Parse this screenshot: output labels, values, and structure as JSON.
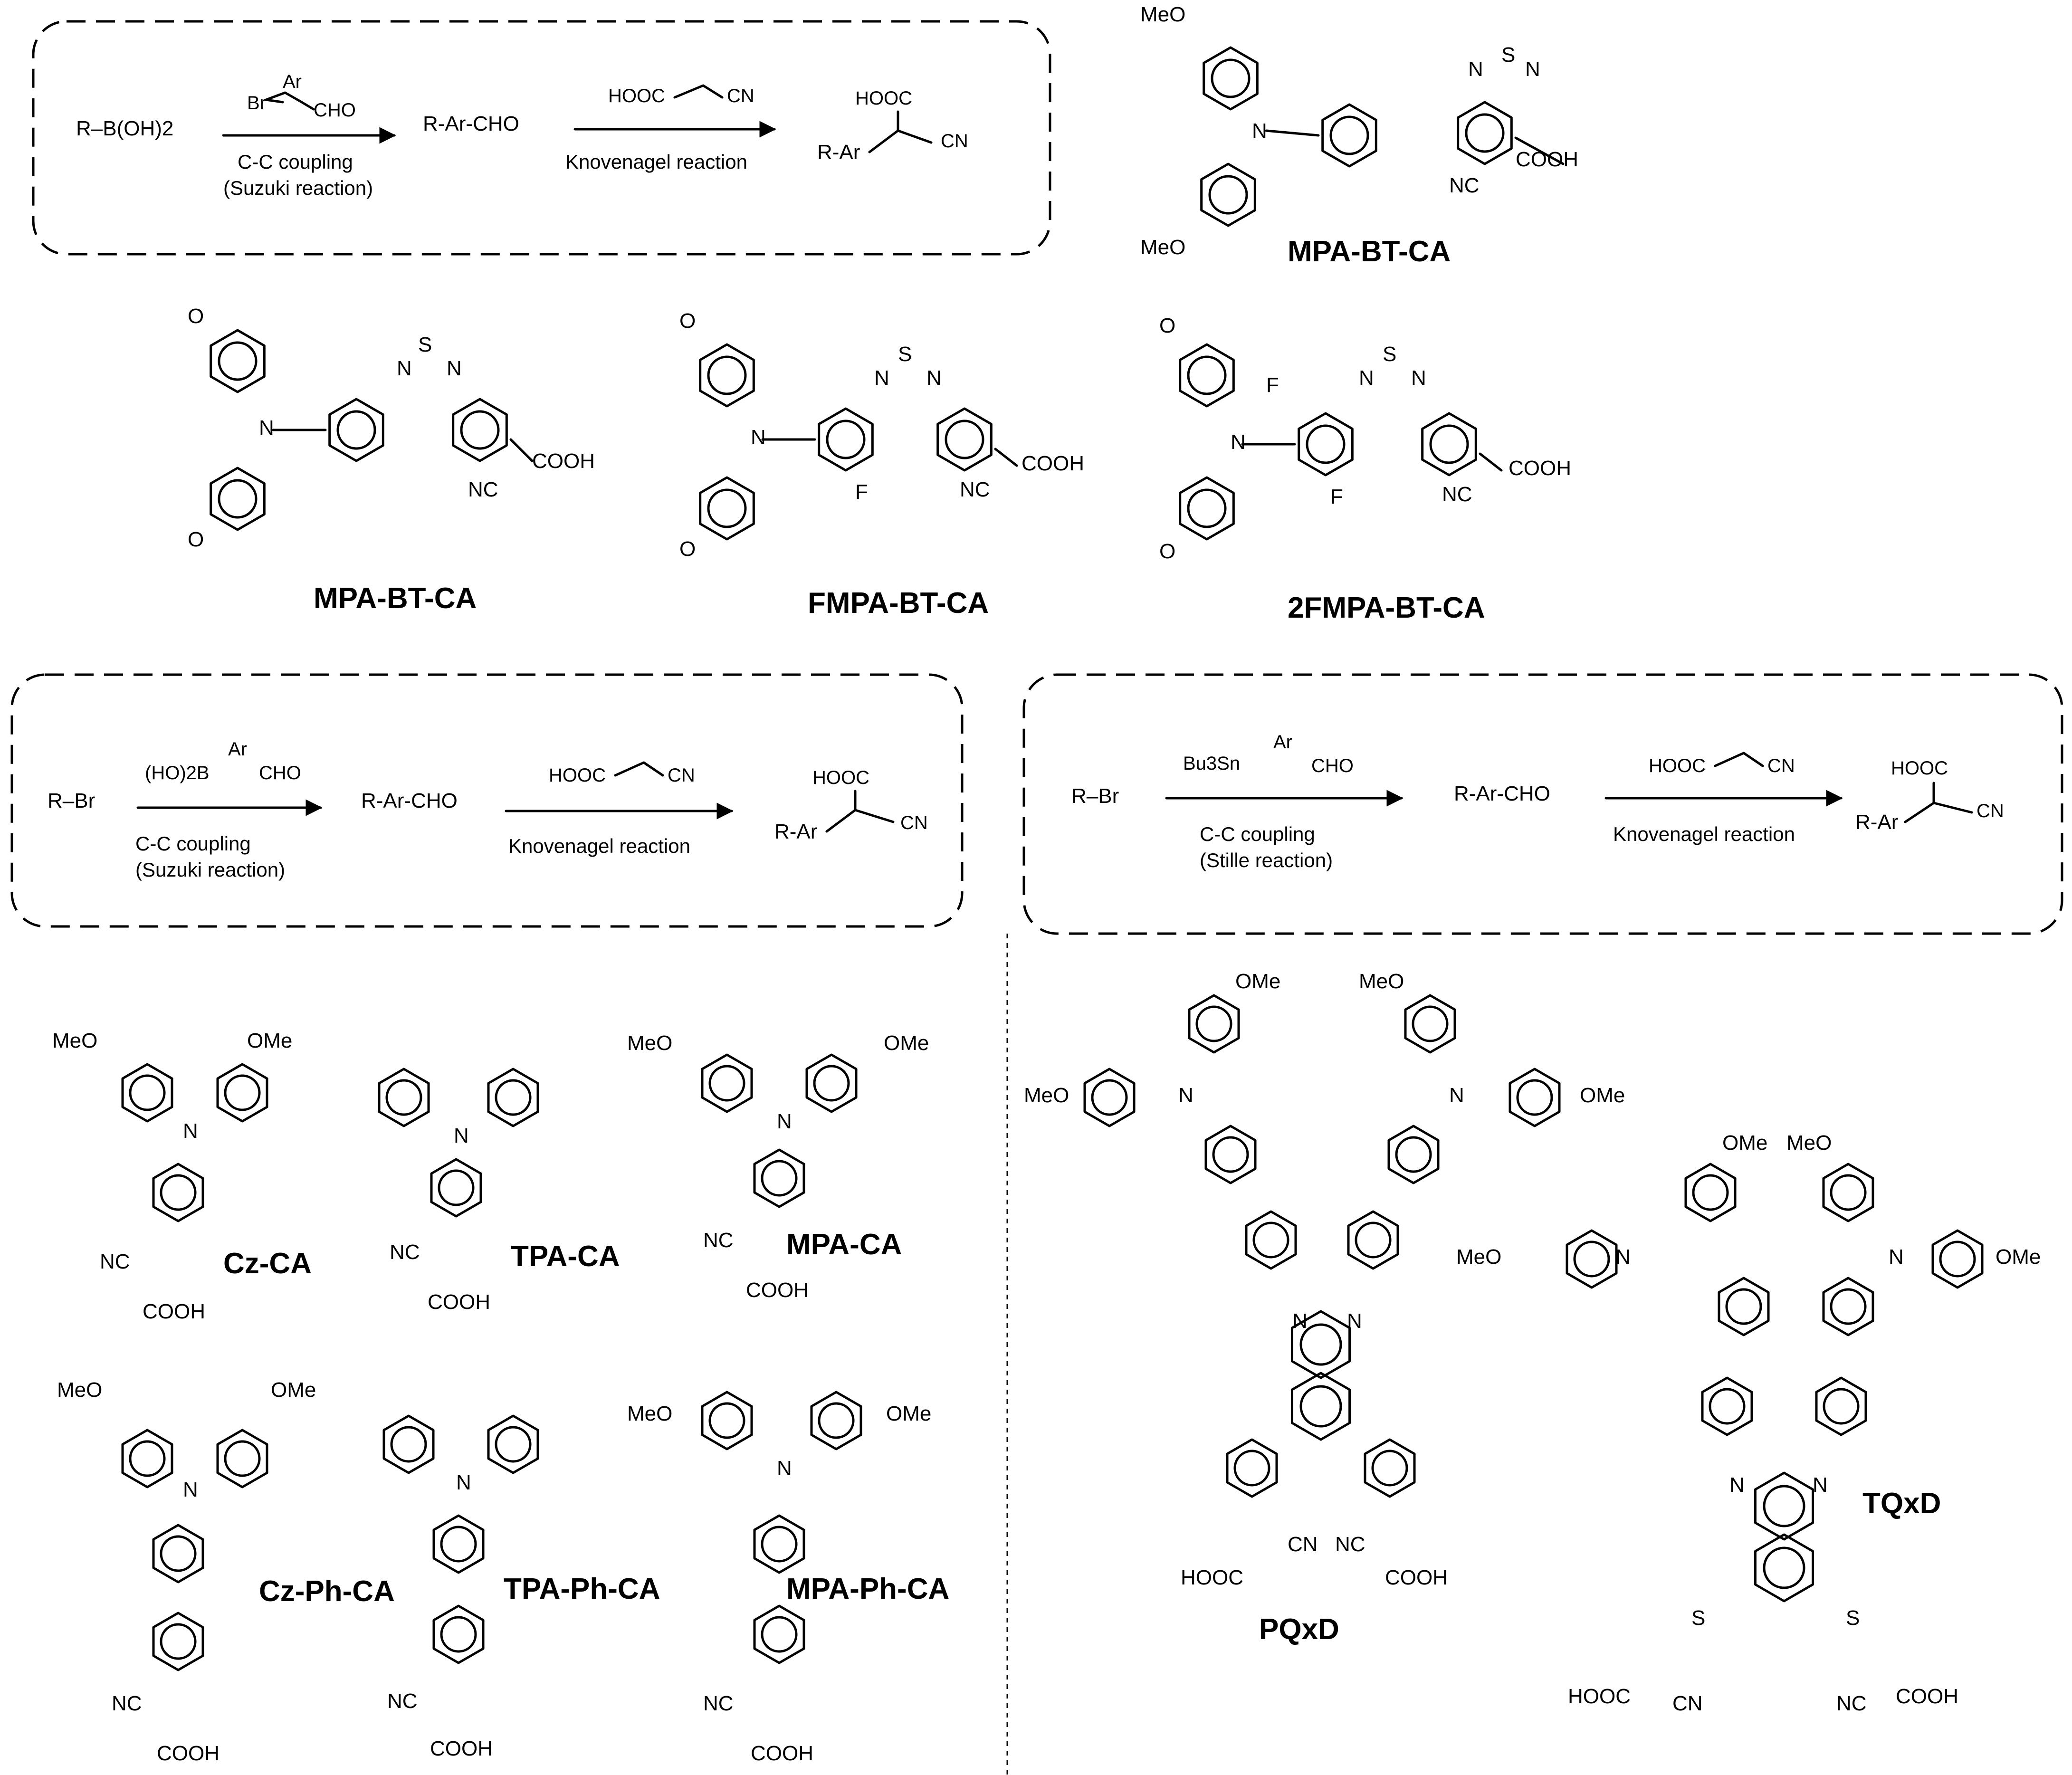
{
  "schemes": [
    {
      "reactant": "R–B(OH)2",
      "reagent1": "Ar",
      "reagent1_left": "Br",
      "reagent1_right": "CHO",
      "cond1_line1": "C-C coupling",
      "cond1_line2": "(Suzuki reaction)",
      "intermediate": "R-Ar-CHO",
      "reagent2": "HOOC⁀CN",
      "cond2": "Knovenagel reaction",
      "prod_top": "HOOC",
      "prod_left": "R-Ar",
      "prod_right": "CN"
    },
    {
      "reactant": "R–Br",
      "reagent1": "Ar",
      "reagent1_left": "(HO)2B",
      "reagent1_right": "CHO",
      "cond1_line1": "C-C coupling",
      "cond1_line2": "(Suzuki reaction)",
      "intermediate": "R-Ar-CHO",
      "reagent2": "HOOC⁀CN",
      "cond2": "Knovenagel reaction",
      "prod_top": "HOOC",
      "prod_left": "R-Ar",
      "prod_right": "CN"
    },
    {
      "reactant": "R–Br",
      "reagent1": "Ar",
      "reagent1_left": "Bu3Sn",
      "reagent1_right": "CHO",
      "cond1_line1": "C-C coupling",
      "cond1_line2": "(Stille reaction)",
      "intermediate": "R-Ar-CHO",
      "reagent2": "HOOC⁀CN",
      "cond2": "Knovenagel reaction",
      "prod_top": "HOOC",
      "prod_left": "R-Ar",
      "prod_right": "CN"
    }
  ],
  "atoms": {
    "MeO": "MeO",
    "OMe": "OMe",
    "N": "N",
    "S": "S",
    "F": "F",
    "O": "O",
    "COOH": "COOH",
    "NC": "NC",
    "CN": "CN",
    "HOOC": "HOOC"
  },
  "compounds": {
    "mpa_bt_ca_top": "MPA-BT-CA",
    "mpa_bt_ca": "MPA-BT-CA",
    "fmpa_bt_ca": "FMPA-BT-CA",
    "f2mpa_bt_ca": "2FMPA-BT-CA",
    "cz_ca": "Cz-CA",
    "tpa_ca": "TPA-CA",
    "mpa_ca": "MPA-CA",
    "cz_ph_ca": "Cz-Ph-CA",
    "tpa_ph_ca": "TPA-Ph-CA",
    "mpa_ph_ca": "MPA-Ph-CA",
    "pqxd": "PQxD",
    "tqxd": "TQxD"
  }
}
